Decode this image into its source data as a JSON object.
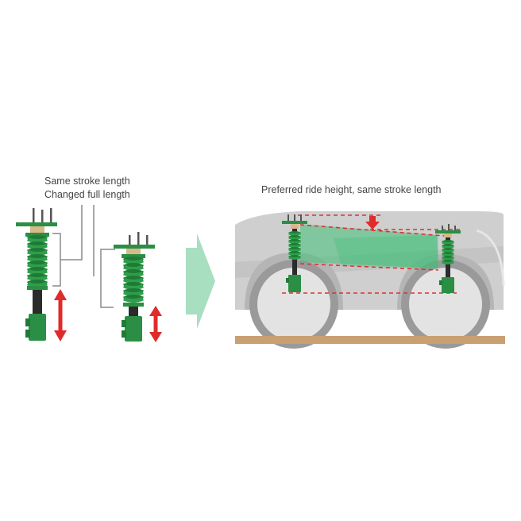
{
  "labels": {
    "left_line1": "Same stroke length",
    "left_line2": "Changed full length",
    "right": "Preferred ride height, same stroke length"
  },
  "colors": {
    "spring_green": "#2e9e4a",
    "spring_dark": "#1f7a36",
    "mount_green": "#2a8f45",
    "body_black": "#2b2b2b",
    "perch_tan": "#d8b98a",
    "arrow_red": "#e02b2b",
    "dash_red": "#e0312f",
    "transition_arrow": "#a8dfc0",
    "car_body": "#cfcfcf",
    "car_shadow": "#b5b5b5",
    "tire": "#9a9a9a",
    "ground": "#c9a071",
    "translucent_green": "#3fbf78"
  },
  "icons": {
    "tall_coilover": "tall-coilover-icon",
    "short_coilover": "short-coilover-icon",
    "stroke_arrow": "double-headed-arrow-icon",
    "transition": "right-arrow-icon",
    "car": "car-side-icon",
    "drop_arrow": "down-arrow-icon"
  }
}
